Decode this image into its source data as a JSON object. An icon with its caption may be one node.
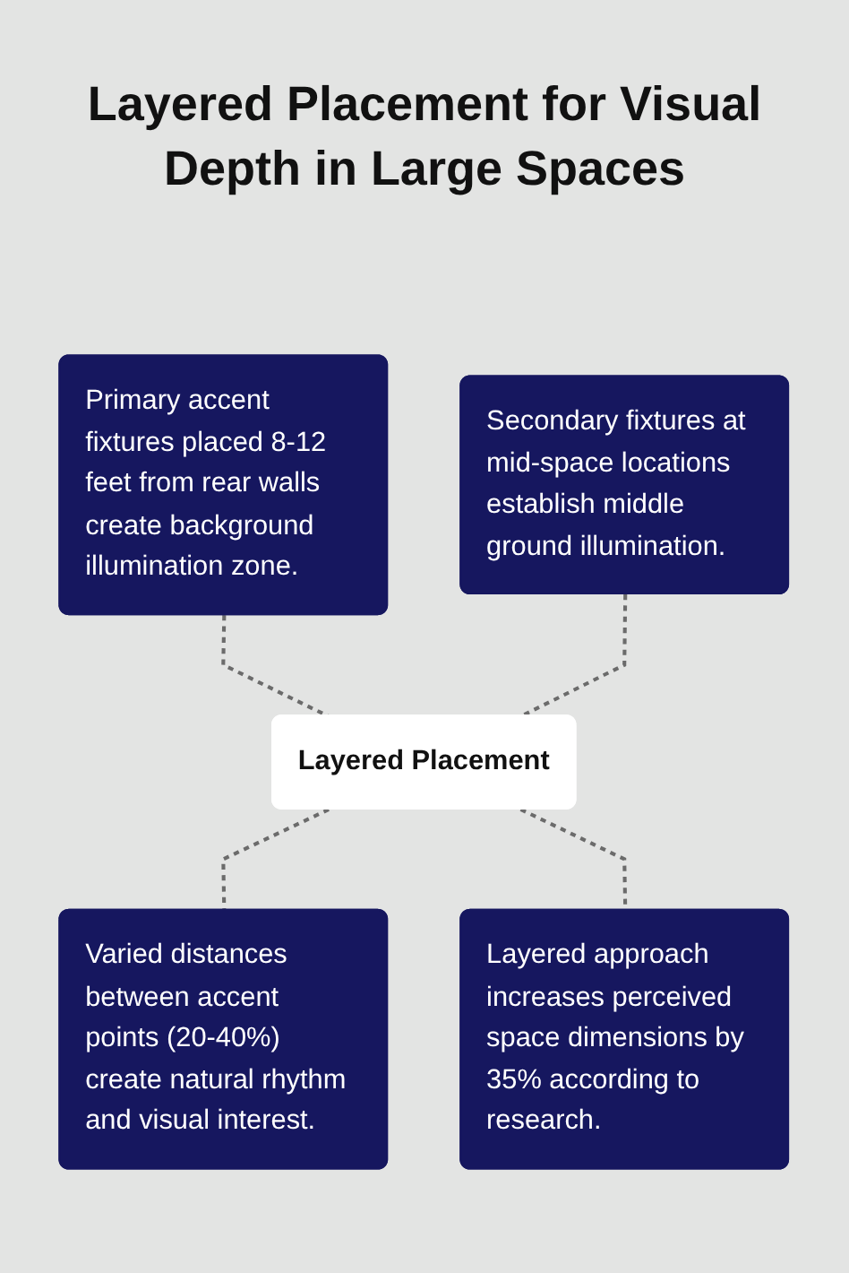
{
  "diagram": {
    "title": "Layered Placement for Visual Depth in Large Spaces",
    "nodes": [
      {
        "text": [
          "Primary accent fixtures placed 8-12 feet from rear walls create background illumination zone."
        ]
      },
      {
        "text": [
          "Secondary fixtures at mid-space locations establish middle ground illumination."
        ]
      },
      {
        "text": [
          "Layered Placement"
        ]
      },
      {
        "text": [
          "Varied distances between accent points (20-40%) create natural rhythm and visual interest."
        ]
      },
      {
        "text": [
          "Layered approach increases perceived space dimensions by 35% according to research."
        ]
      }
    ],
    "edges": [
      {
        "from": 0,
        "to": 2,
        "arrow": "none",
        "style": "dashed"
      },
      {
        "from": 1,
        "to": 2,
        "arrow": "none",
        "style": "dashed"
      },
      {
        "from": 2,
        "to": 3,
        "arrow": "none",
        "style": "dashed"
      },
      {
        "from": 2,
        "to": 4,
        "arrow": "none",
        "style": "dashed"
      }
    ]
  }
}
